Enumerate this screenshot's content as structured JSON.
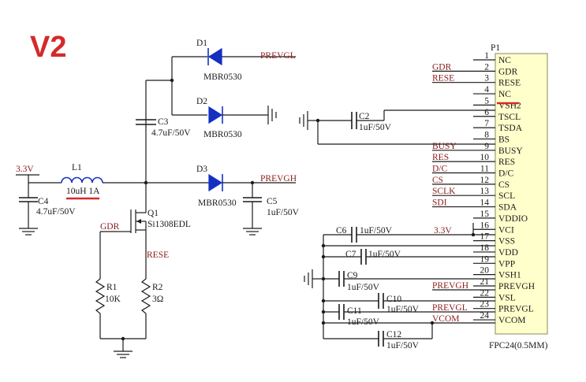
{
  "version_label": "V2",
  "diodes": {
    "d1": {
      "ref": "D1",
      "part": "MBR0530",
      "net": "PREVGL"
    },
    "d2": {
      "ref": "D2",
      "part": "MBR0530"
    },
    "d3": {
      "ref": "D3",
      "part": "MBR0530",
      "net": "PREVGH"
    }
  },
  "capacitors": {
    "c2": {
      "ref": "C2",
      "value": "1uF/50V"
    },
    "c3": {
      "ref": "C3",
      "value": "4.7uF/50V"
    },
    "c4": {
      "ref": "C4",
      "value": "4.7uF/50V"
    },
    "c5": {
      "ref": "C5",
      "value": "1uF/50V"
    },
    "c6": {
      "ref": "C6",
      "value": "1uF/50V"
    },
    "c7": {
      "ref": "C7",
      "value": "1uF/50V"
    },
    "c9": {
      "ref": "C9",
      "value": "1uF/50V"
    },
    "c10": {
      "ref": "C10",
      "value": "1uF/50V"
    },
    "c11": {
      "ref": "C11",
      "value": "1uF/50V"
    },
    "c12": {
      "ref": "C12",
      "value": "1uF/50V"
    }
  },
  "inductor": {
    "ref": "L1",
    "value": "10uH 1A"
  },
  "transistor": {
    "ref": "Q1",
    "part": "Si1308EDL",
    "gate_net": "GDR",
    "source_net": "RESE"
  },
  "resistors": {
    "r1": {
      "ref": "R1",
      "value": "10K"
    },
    "r2": {
      "ref": "R2",
      "value": "3Ω"
    }
  },
  "supply_net": "3.3V",
  "connector": {
    "ref": "P1",
    "part": "FPC24(0.5MM)",
    "pins": [
      {
        "num": "1",
        "name": "NC",
        "net": ""
      },
      {
        "num": "2",
        "name": "GDR",
        "net": "GDR"
      },
      {
        "num": "3",
        "name": "RESE",
        "net": "RESE"
      },
      {
        "num": "4",
        "name": "NC",
        "net": ""
      },
      {
        "num": "5",
        "name": "VSH2",
        "net": ""
      },
      {
        "num": "6",
        "name": "TSCL",
        "net": ""
      },
      {
        "num": "7",
        "name": "TSDA",
        "net": ""
      },
      {
        "num": "8",
        "name": "BS",
        "net": ""
      },
      {
        "num": "9",
        "name": "BUSY",
        "net": "BUSY"
      },
      {
        "num": "10",
        "name": "RES",
        "net": "RES"
      },
      {
        "num": "11",
        "name": "D/C",
        "net": "D/C"
      },
      {
        "num": "12",
        "name": "CS",
        "net": "CS"
      },
      {
        "num": "13",
        "name": "SCL",
        "net": "SCLK"
      },
      {
        "num": "14",
        "name": "SDA",
        "net": "SDI"
      },
      {
        "num": "15",
        "name": "VDDIO",
        "net": ""
      },
      {
        "num": "16",
        "name": "VCI",
        "net": "3.3V"
      },
      {
        "num": "17",
        "name": "VSS",
        "net": ""
      },
      {
        "num": "18",
        "name": "VDD",
        "net": ""
      },
      {
        "num": "19",
        "name": "VPP",
        "net": ""
      },
      {
        "num": "20",
        "name": "VSH1",
        "net": ""
      },
      {
        "num": "21",
        "name": "PREVGH",
        "net": "PREVGH"
      },
      {
        "num": "22",
        "name": "VSL",
        "net": ""
      },
      {
        "num": "23",
        "name": "PREVGL",
        "net": "PREVGL"
      },
      {
        "num": "24",
        "name": "VCOM",
        "net": "VCOM"
      }
    ]
  }
}
